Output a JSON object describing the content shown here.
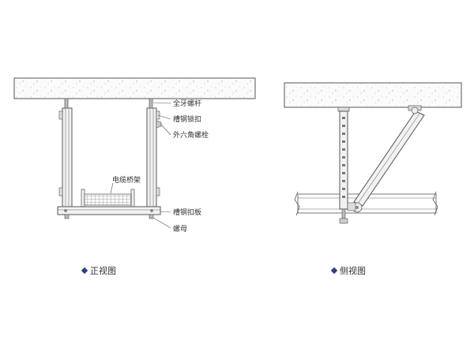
{
  "colors": {
    "outline": "#555555",
    "concrete": "#fbfbfb",
    "bullet": "#2f3f86",
    "label": "#333333",
    "member": "#f2f2f2",
    "hole": "#777777"
  },
  "front_view": {
    "caption": "正视图",
    "labels": {
      "threaded_rod": "全牙螺杆",
      "channel_lock": "槽钢锁扣",
      "hex_bolt": "外六角螺栓",
      "cable_tray": "电缆桥架",
      "channel_plate": "槽钢扣板",
      "nut": "螺母"
    }
  },
  "side_view": {
    "caption": "侧视图"
  }
}
